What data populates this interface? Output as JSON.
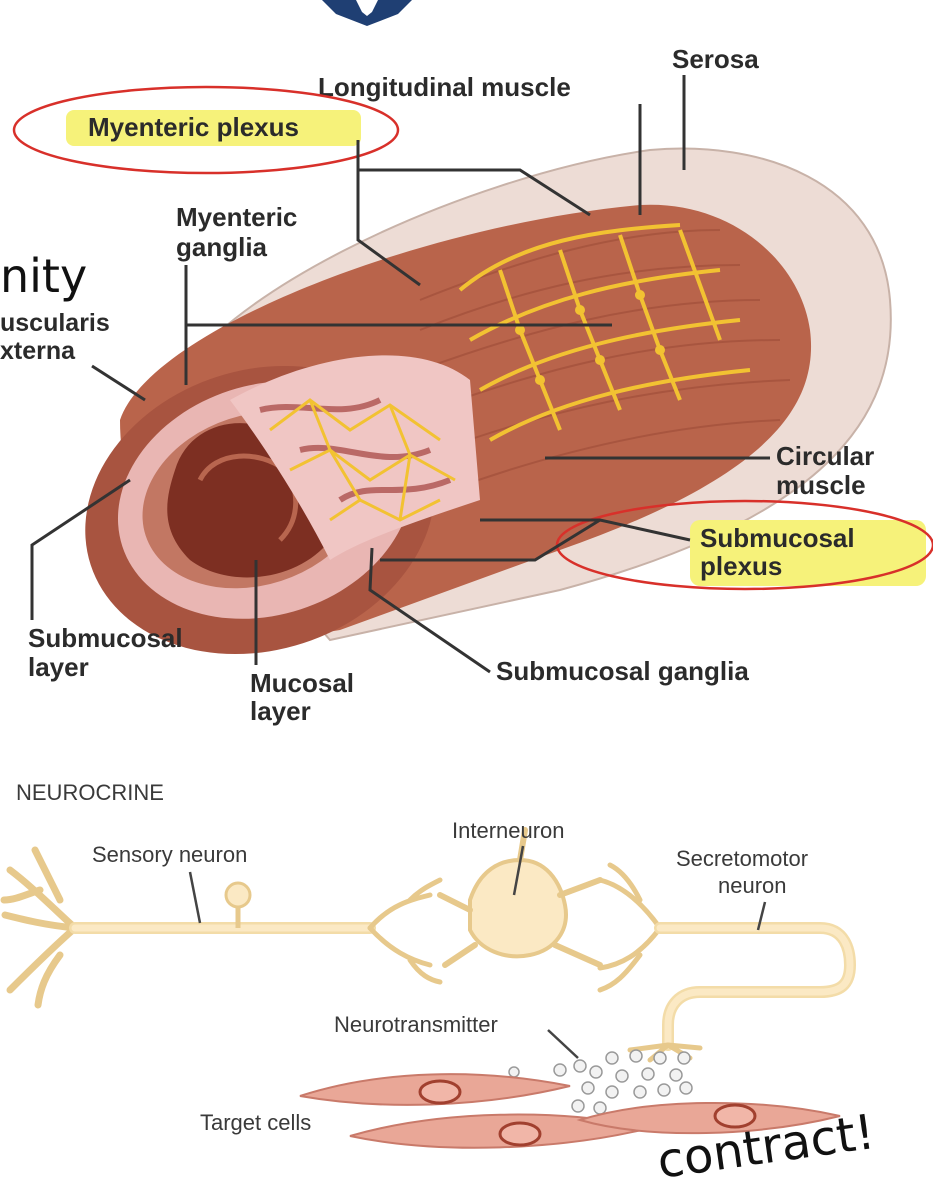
{
  "top_diagram": {
    "labels": {
      "serosa": "Serosa",
      "longitudinal_muscle": "Longitudinal muscle",
      "myenteric_plexus": "Myenteric plexus",
      "myenteric_ganglia_1": "Myenteric",
      "myenteric_ganglia_2": "ganglia",
      "muscularis_externa_1": "uscularis",
      "muscularis_externa_2": "xterna",
      "circular_muscle_1": "Circular",
      "circular_muscle_2": "muscle",
      "submucosal_plexus_1": "Submucosal",
      "submucosal_plexus_2": "plexus",
      "submucosal_layer_1": "Submucosal",
      "submucosal_layer_2": "layer",
      "mucosal_layer_1": "Mucosal",
      "mucosal_layer_2": "layer",
      "submucosal_ganglia": "Submucosal ganglia"
    },
    "handwritten_partial": "nity",
    "highlight_color": "#f6f27a",
    "circle_color": "#d8302a"
  },
  "bottom_diagram": {
    "heading": "NEUROCRINE",
    "labels": {
      "sensory_neuron": "Sensory neuron",
      "interneuron": "Interneuron",
      "secretomotor_1": "Secretomotor",
      "secretomotor_2": "neuron",
      "neurotransmitter": "Neurotransmitter",
      "target_cells": "Target cells"
    },
    "handwritten_note": "contract!"
  },
  "colors": {
    "neuron_fill": "#fbe9c4",
    "neuron_stroke": "#e7c98c",
    "muscle_dark": "#9b4a36",
    "muscle_mid": "#b9644b",
    "serosa": "#eddcd5",
    "mucosa_pink": "#e9b6b3",
    "plexus_yellow": "#f2c232",
    "target_cell": "#e9a797"
  }
}
